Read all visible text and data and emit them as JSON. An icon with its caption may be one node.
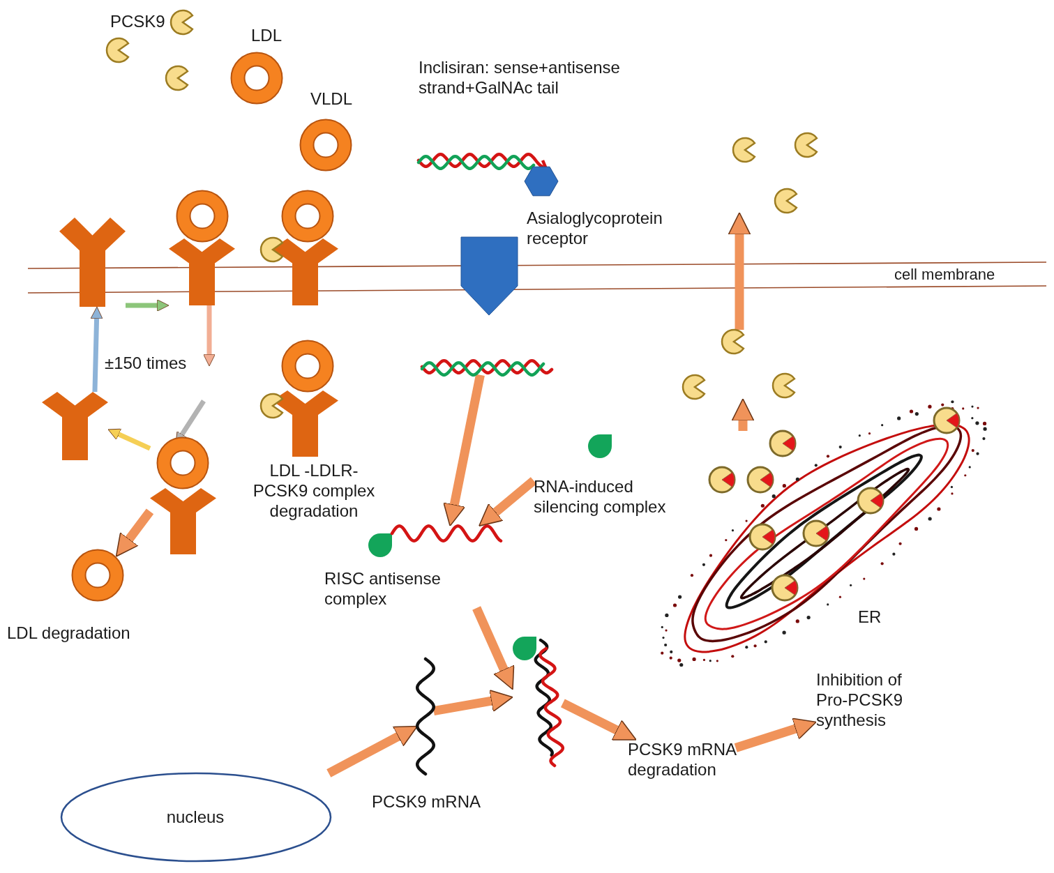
{
  "diagram": {
    "nodes": [
      {
        "text": [
          "Inclisiran: sense+antisense strand+GalNAc tail"
        ]
      },
      {
        "text": [
          "Asialoglycoprotein receptor"
        ]
      },
      {
        "text": [],
        "shape": "picture"
      },
      {
        "text": [
          "RNA-induced silencing complex"
        ]
      },
      {
        "text": [
          "RISC antisense complex"
        ]
      },
      {
        "text": [],
        "shape": "picture"
      },
      {
        "text": [
          "nucleus"
        ]
      },
      {
        "text": [
          "PCSK9 mRNA"
        ]
      },
      {
        "text": [
          "PCSK9 mRNA degradation"
        ]
      },
      {
        "text": [
          "Inhibition of Pro-PCSK9 synthesis"
        ]
      },
      {
        "text": [
          "ER"
        ]
      },
      {
        "text": [],
        "shape": "picture"
      },
      {
        "text": [],
        "shape": "picture"
      },
      {
        "text": [],
        "shape": "picture"
      },
      {
        "text": [],
        "shape": "picture"
      },
      {
        "text": [],
        "shape": "picture"
      },
      {
        "text": [],
        "shape": "picture"
      },
      {
        "text": [],
        "shape": "picture"
      },
      {
        "text": [],
        "shape": "picture"
      },
      {
        "text": [
          "LDL degradation"
        ]
      },
      {
        "text": [
          "LDL -LDLR- PCSK9 complex degradation"
        ]
      },
      {
        "text": [
          "LDL"
        ]
      },
      {
        "text": [
          "VLDL"
        ]
      },
      {
        "text": [
          "PCSK9"
        ]
      }
    ],
    "edges": [
      {
        "from": 2,
        "to": 4,
        "arrow": "to"
      },
      {
        "from": 3,
        "to": 4,
        "arrow": "to"
      },
      {
        "from": 4,
        "to": 5,
        "arrow": "to"
      },
      {
        "from": 6,
        "to": 7,
        "arrow": "to"
      },
      {
        "from": 7,
        "to": 5,
        "arrow": "to"
      },
      {
        "from": 5,
        "to": 8,
        "arrow": "to"
      },
      {
        "from": 8,
        "to": 9,
        "arrow": "to"
      },
      {
        "from": 11,
        "to": 12,
        "arrow": "to"
      },
      {
        "from": 12,
        "to": 13,
        "arrow": "to"
      },
      {
        "from": 14,
        "to": 15,
        "arrow": "to",
        "color": "#8cc57a"
      },
      {
        "from": 15,
        "to": null,
        "arrow": "to",
        "color": "#f2ae94"
      },
      {
        "from": null,
        "to": 17,
        "arrow": "to",
        "color": "#b3b3b3"
      },
      {
        "from": 17,
        "to": 18,
        "arrow": "to",
        "color": "#f5cf55"
      },
      {
        "from": 18,
        "to": 14,
        "arrow": "to",
        "color": "#8db3d8"
      },
      {
        "from": 17,
        "to": 19,
        "arrow": "to"
      }
    ],
    "labels": [
      "cell membrane",
      "±150 times"
    ]
  }
}
